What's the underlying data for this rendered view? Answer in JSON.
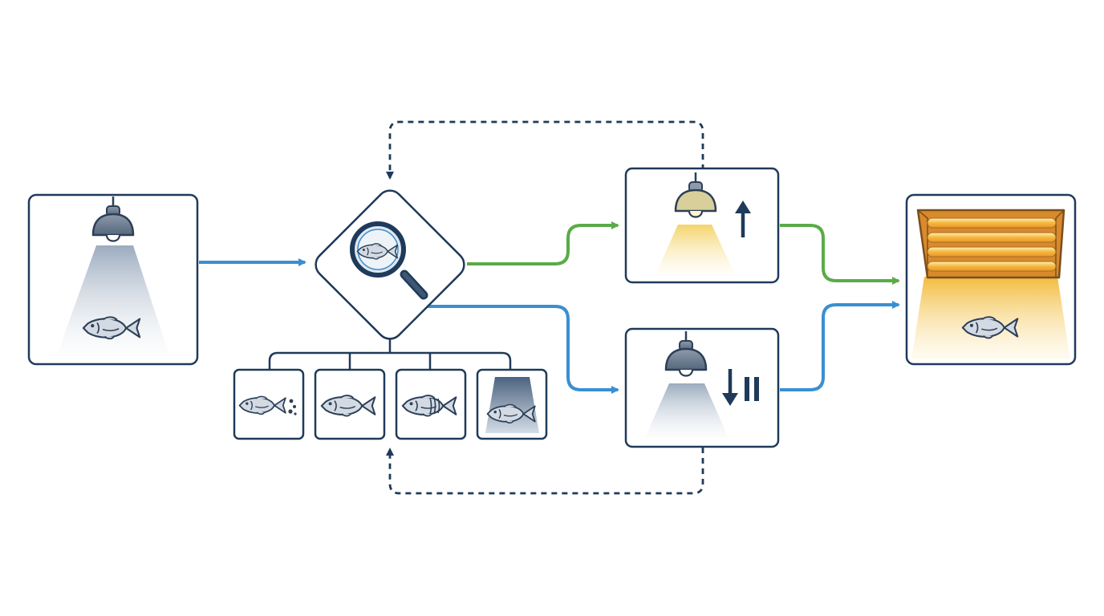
{
  "diagram": {
    "nodes": [
      {
        "id": "source-tank",
        "icon": "pendant-lamp-icon",
        "contents": "fish-icon",
        "light": "dim"
      },
      {
        "id": "inspection",
        "icon": "magnifier-fish-icon",
        "shape": "diamond"
      },
      {
        "id": "brighten-station",
        "icon": "pendant-lamp-icon",
        "indicator": "arrow-up-icon",
        "light": "warm"
      },
      {
        "id": "dim-pause-station",
        "icon": "pendant-lamp-icon",
        "indicator": "arrow-down-pause-icon",
        "light": "cool"
      },
      {
        "id": "output-tank",
        "icon": "fluorescent-light-panel-icon",
        "contents": "fish-icon",
        "light": "bright-warm"
      }
    ],
    "condition_cards": [
      {
        "id": "fish-bubbles",
        "icon": "fish-with-bubbles-icon"
      },
      {
        "id": "fish-normal",
        "icon": "fish-icon"
      },
      {
        "id": "fish-stripes",
        "icon": "fish-with-stripes-icon"
      },
      {
        "id": "fish-shaded",
        "icon": "fish-in-shade-icon"
      }
    ],
    "edges": [
      {
        "from": "source-tank",
        "to": "inspection",
        "style": "solid",
        "color": "#3a8fd1"
      },
      {
        "from": "inspection",
        "to": "brighten-station",
        "style": "solid",
        "color": "#5aab49"
      },
      {
        "from": "inspection",
        "to": "dim-pause-station",
        "style": "solid",
        "color": "#3a8fd1"
      },
      {
        "from": "brighten-station",
        "to": "output-tank",
        "style": "solid",
        "color": "#5aab49"
      },
      {
        "from": "dim-pause-station",
        "to": "output-tank",
        "style": "solid",
        "color": "#3a8fd1"
      },
      {
        "from": "brighten-station",
        "to": "inspection",
        "style": "dashed",
        "color": "#1f3a5a"
      },
      {
        "from": "dim-pause-station",
        "to": "condition_cards",
        "style": "dashed",
        "color": "#1f3a5a"
      }
    ],
    "colors": {
      "outline": "#1f3a5a",
      "blue_flow": "#3a8fd1",
      "green_flow": "#5aab49",
      "warm_light": "#f5c64a",
      "cool_light": "#b9c6d6"
    }
  }
}
